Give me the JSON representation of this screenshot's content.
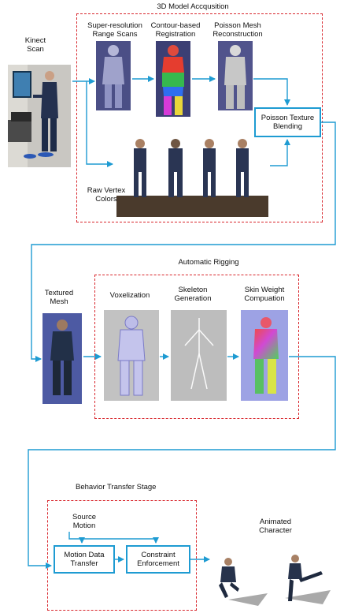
{
  "stage1": {
    "title": "3D Model Accqusition",
    "kinect_scan": "Kinect\nScan",
    "super_resolution": "Super-resolution\nRange Scans",
    "contour_registration": "Contour-based\nRegistration",
    "poisson_recon": "Poisson Mesh\nReconstruction",
    "poisson_blend": "Poisson Texture\nBlending",
    "raw_vertex": "Raw Vertex\nColors"
  },
  "stage2": {
    "title": "Automatic Rigging",
    "textured_mesh": "Textured\nMesh",
    "voxelization": "Voxelization",
    "skeleton": "Skeleton\nGeneration",
    "skin_weight": "Skin Weight\nCompuation"
  },
  "stage3": {
    "title": "Behavior Transfer Stage",
    "source_motion": "Source\nMotion",
    "motion_transfer": "Motion Data\nTransfer",
    "constraint": "Constraint\nEnforcement",
    "animated": "Animated\nCharacter"
  },
  "colors": {
    "arrow": "#1e9bd2",
    "dash": "#d8262c"
  }
}
